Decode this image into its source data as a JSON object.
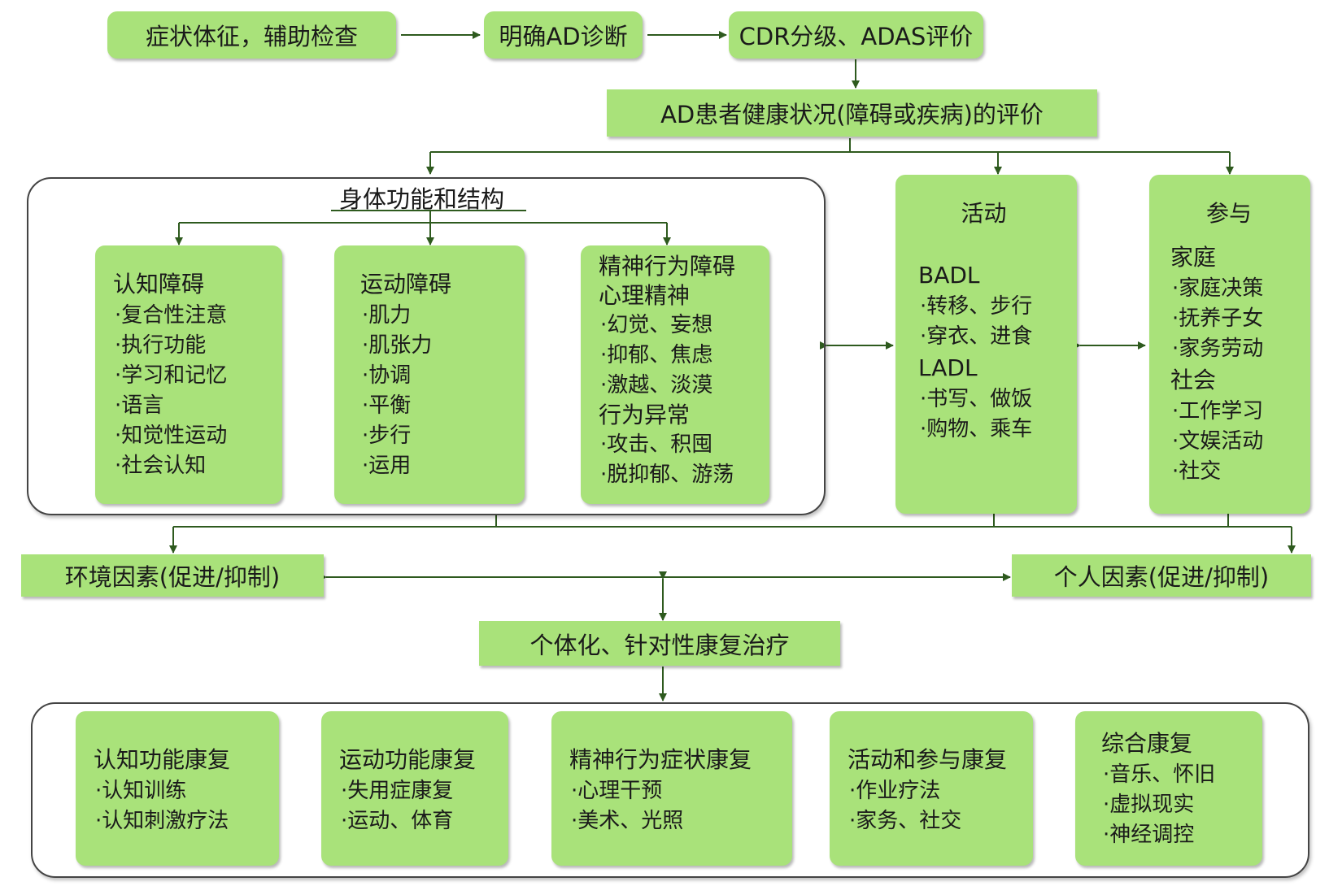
{
  "top": {
    "symptoms": "症状体征，辅助检查",
    "diagnosis": "明确AD诊断",
    "grading": "CDR分级、ADAS评价",
    "health": "AD患者健康状况(障碍或疾病)的评价"
  },
  "body_function": {
    "title": "身体功能和结构",
    "cognitive": {
      "title": "认知障碍",
      "items": [
        "·复合性注意",
        "·执行功能",
        "·学习和记忆",
        "·语言",
        "·知觉性运动",
        "·社会认知"
      ]
    },
    "motor": {
      "title": "运动障碍",
      "items": [
        "·肌力",
        "·肌张力",
        "·协调",
        "·平衡",
        "·步行",
        "·运用"
      ]
    },
    "psych": {
      "title1": "精神行为障碍",
      "title2": "心理精神",
      "items1": [
        "·幻觉、妄想",
        "·抑郁、焦虑",
        "·激越、淡漠"
      ],
      "sub2": "行为异常",
      "items2": [
        "·攻击、积囤",
        "·脱抑郁、游荡"
      ]
    }
  },
  "activity": {
    "title": "活动",
    "badl": "BADL",
    "badl_items": [
      "·转移、步行",
      "·穿衣、进食"
    ],
    "ladl": "LADL",
    "ladl_items": [
      "·书写、做饭",
      "·购物、乘车"
    ]
  },
  "participation": {
    "title": "参与",
    "family": "家庭",
    "family_items": [
      "·家庭决策",
      "·抚养子女",
      "·家务劳动"
    ],
    "society": "社会",
    "society_items": [
      "·工作学习",
      "·文娱活动",
      "·社交"
    ]
  },
  "factors": {
    "environment": "环境因素(促进/抑制)",
    "personal": "个人因素(促进/抑制)"
  },
  "treatment": "个体化、针对性康复治疗",
  "rehab": [
    {
      "title": "认知功能康复",
      "items": [
        "·认知训练",
        "·认知刺激疗法"
      ]
    },
    {
      "title": "运动功能康复",
      "items": [
        "·失用症康复",
        "·运动、体育"
      ]
    },
    {
      "title": "精神行为症状康复",
      "items": [
        "·心理干预",
        "·美术、光照"
      ]
    },
    {
      "title": "活动和参与康复",
      "items": [
        "·作业疗法",
        "·家务、社交"
      ]
    },
    {
      "title": "综合康复",
      "items": [
        "·音乐、怀旧",
        "·虚拟现实",
        "·神经调控"
      ]
    }
  ],
  "colors": {
    "box_fill": "#a9e27a",
    "arrow": "#2e5a1e",
    "frame": "#444444"
  }
}
